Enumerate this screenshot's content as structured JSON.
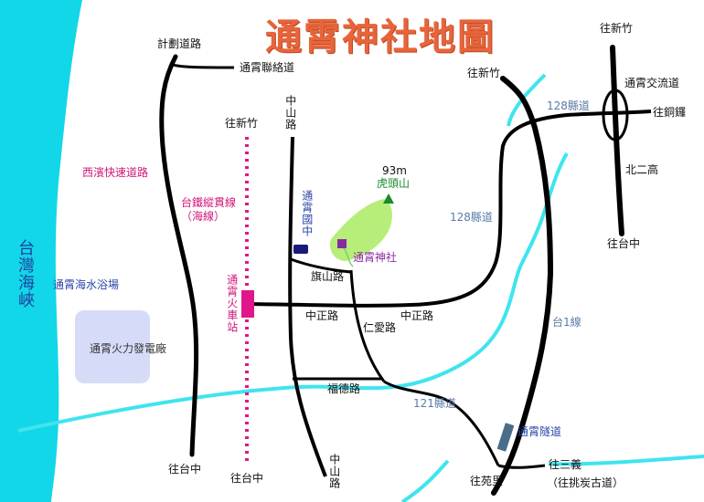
{
  "title": "通霄神社地圖",
  "colors": {
    "sea": "#11d7e8",
    "river": "#3fe4ee",
    "road": "#000000",
    "railway": "#e0168a",
    "title": "#e8643a",
    "shrine_area": "#b7ee7a",
    "school_marker": "#1a1a7a",
    "shrine_marker": "#8a2aa0",
    "tunnel": "#4a6e8a",
    "station": "#e0168a",
    "magenta_label": "#d0167a",
    "blue_label": "#2a46a8",
    "highway_label": "#5a7aa8"
  },
  "labels": {
    "sea": "台灣海峽",
    "west_coast_highway": "西濱快速道路",
    "beach": "通霄海水浴場",
    "power_plant": "通霄火力發電廠",
    "railway_freight": "台鐵縱貫線",
    "railway_freight_sub": "（海線）",
    "station": "通霄火車站",
    "to_hsinchu_left": "往新竹",
    "to_hsinchu_mid": "往新竹",
    "to_hsinchu_right": "往新竹",
    "to_taichung_left": "往台中",
    "to_taichung_rail": "往台中",
    "to_taichung_right": "往台中",
    "jihua_road": "計劃道路",
    "tongxiao_link_road": "通霄聯絡道",
    "zhongshan_road_top": "中山路",
    "zhongshan_road_bottom": "中山路",
    "school": "通霄國中",
    "elevation": "93m",
    "hutoushan": "虎頭山",
    "shrine": "通霄神社",
    "qishan_road": "旗山路",
    "zhongzheng_road_left": "中正路",
    "zhongzheng_road_right": "中正路",
    "renai_road": "仁愛路",
    "fude_road": "福德路",
    "county_128_top": "128縣道",
    "county_128_mid": "128縣道",
    "county_121": "121縣道",
    "provincial_1": "台1線",
    "interchange": "通霄交流道",
    "to_tongluo": "往銅鑼",
    "north_freeway_2": "北二高",
    "tunnel": "通霄隧道",
    "to_yuanli": "往苑里",
    "to_sanyi": "往三義",
    "to_tiaotan": "（往挑炭古道）"
  }
}
